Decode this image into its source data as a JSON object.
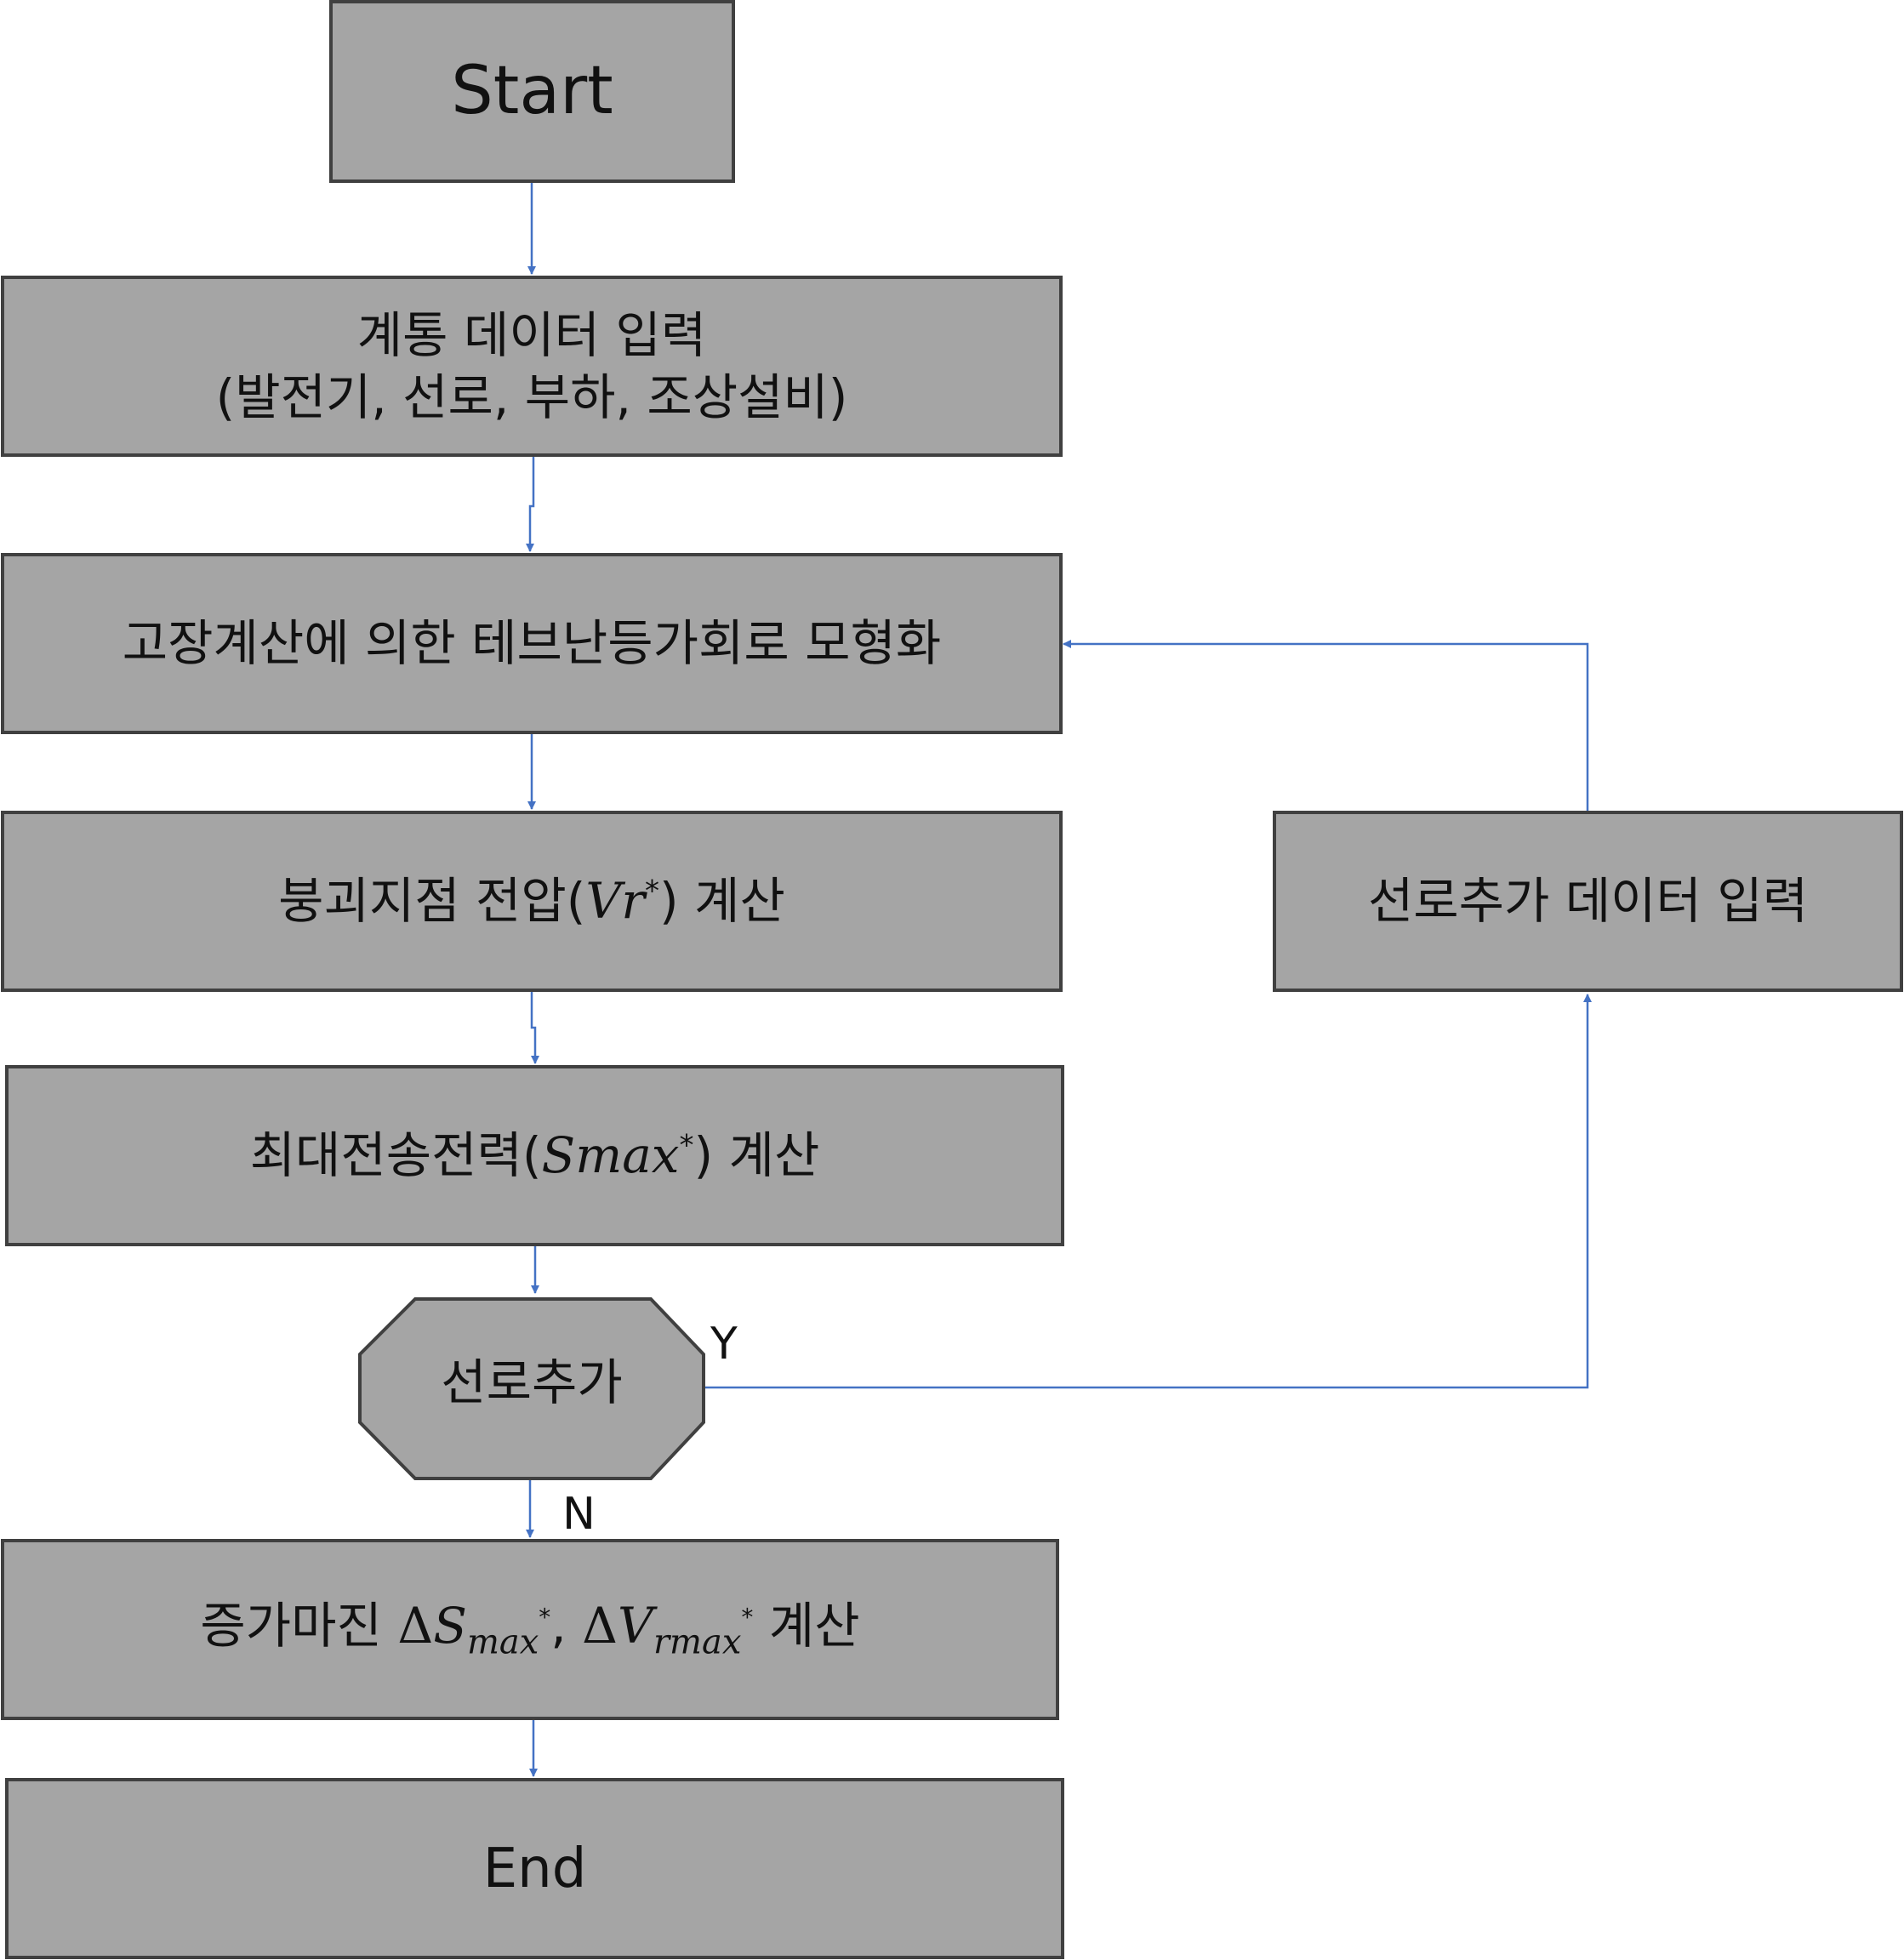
{
  "nodes": {
    "start": "Start",
    "input_line1": "계통 데이터 입력",
    "input_line2": "(발전기, 선로, 부하, 조상설비)",
    "thevenin": "고장계산에 의한 테브난등가회로 모형화",
    "collapse_prefix": "붕괴지점 전압(",
    "collapse_var": "Vr",
    "collapse_sup": "*",
    "collapse_suffix": ") 계산",
    "maxpower_prefix": "최대전송전력(",
    "maxpower_var": "Smax",
    "maxpower_sup": "*",
    "maxpower_suffix": ") 계산",
    "decision": "선로추가",
    "line_add_input": "선로추가 데이터 입력",
    "margin_prefix": "증가마진 ",
    "margin_delta1": "Δ",
    "margin_s": "S",
    "margin_s_sub": "max",
    "margin_s_sup": "*",
    "margin_comma": ", ",
    "margin_delta2": "Δ",
    "margin_v": "V",
    "margin_v_sub": "rmax",
    "margin_v_sup": "*",
    "margin_suffix": " 계산",
    "end": "End"
  },
  "branches": {
    "yes": "Y",
    "no": "N"
  },
  "colors": {
    "box_fill": "#a5a5a5",
    "box_border": "#404040",
    "connector": "#4472c4"
  }
}
